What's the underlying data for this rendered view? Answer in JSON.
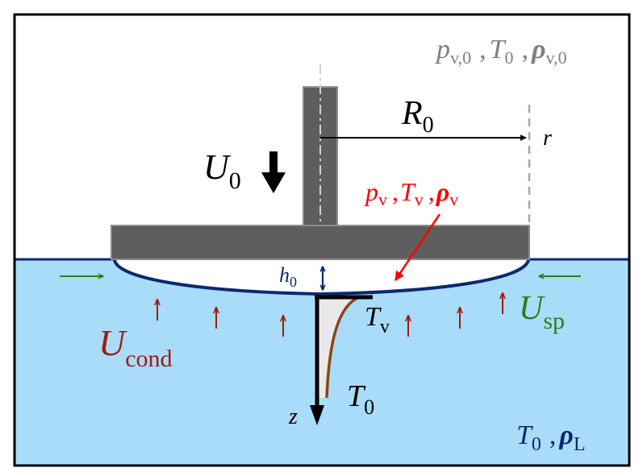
{
  "labels": {
    "ambient": {
      "p": "p",
      "p_sub": "v,0",
      "T": "T",
      "T_sub": "0",
      "rho": "ρ",
      "rho_sub": "v,0",
      "sep": ","
    },
    "radius": {
      "main": "R",
      "sub": "0"
    },
    "r_axis": "r",
    "velocity": {
      "main": "U",
      "sub": "0"
    },
    "vapor": {
      "p": "p",
      "p_sub": "v",
      "T": "T",
      "T_sub": "v",
      "rho": "ρ",
      "rho_sub": "v",
      "sep": ","
    },
    "gap": {
      "main": "h",
      "sub": "0"
    },
    "T_vapor": {
      "main": "T",
      "sub": "v"
    },
    "T_bulk": {
      "main": "T",
      "sub": "0"
    },
    "z_axis": "z",
    "condensation": {
      "main": "U",
      "sub": "cond"
    },
    "spreading": {
      "main": "U",
      "sub": "sp"
    },
    "liquid": {
      "T": "T",
      "T_sub": "0",
      "rho": "ρ",
      "rho_sub": "L",
      "sep": ","
    }
  },
  "colors": {
    "liquid_fill": "#a9dcf9",
    "interface_line": "#0b2a6e",
    "plate_fill": "#5e5e5e",
    "plate_stroke": "#8c8c8c",
    "ambient_text": "#7f7f7f",
    "vapor_text": "#ff0000",
    "condensation_arrows": "#a01c12",
    "spreading_arrows": "#2f7d1c",
    "temperature_profile": "#8b4513",
    "liquid_text": "#0b2a6e"
  }
}
